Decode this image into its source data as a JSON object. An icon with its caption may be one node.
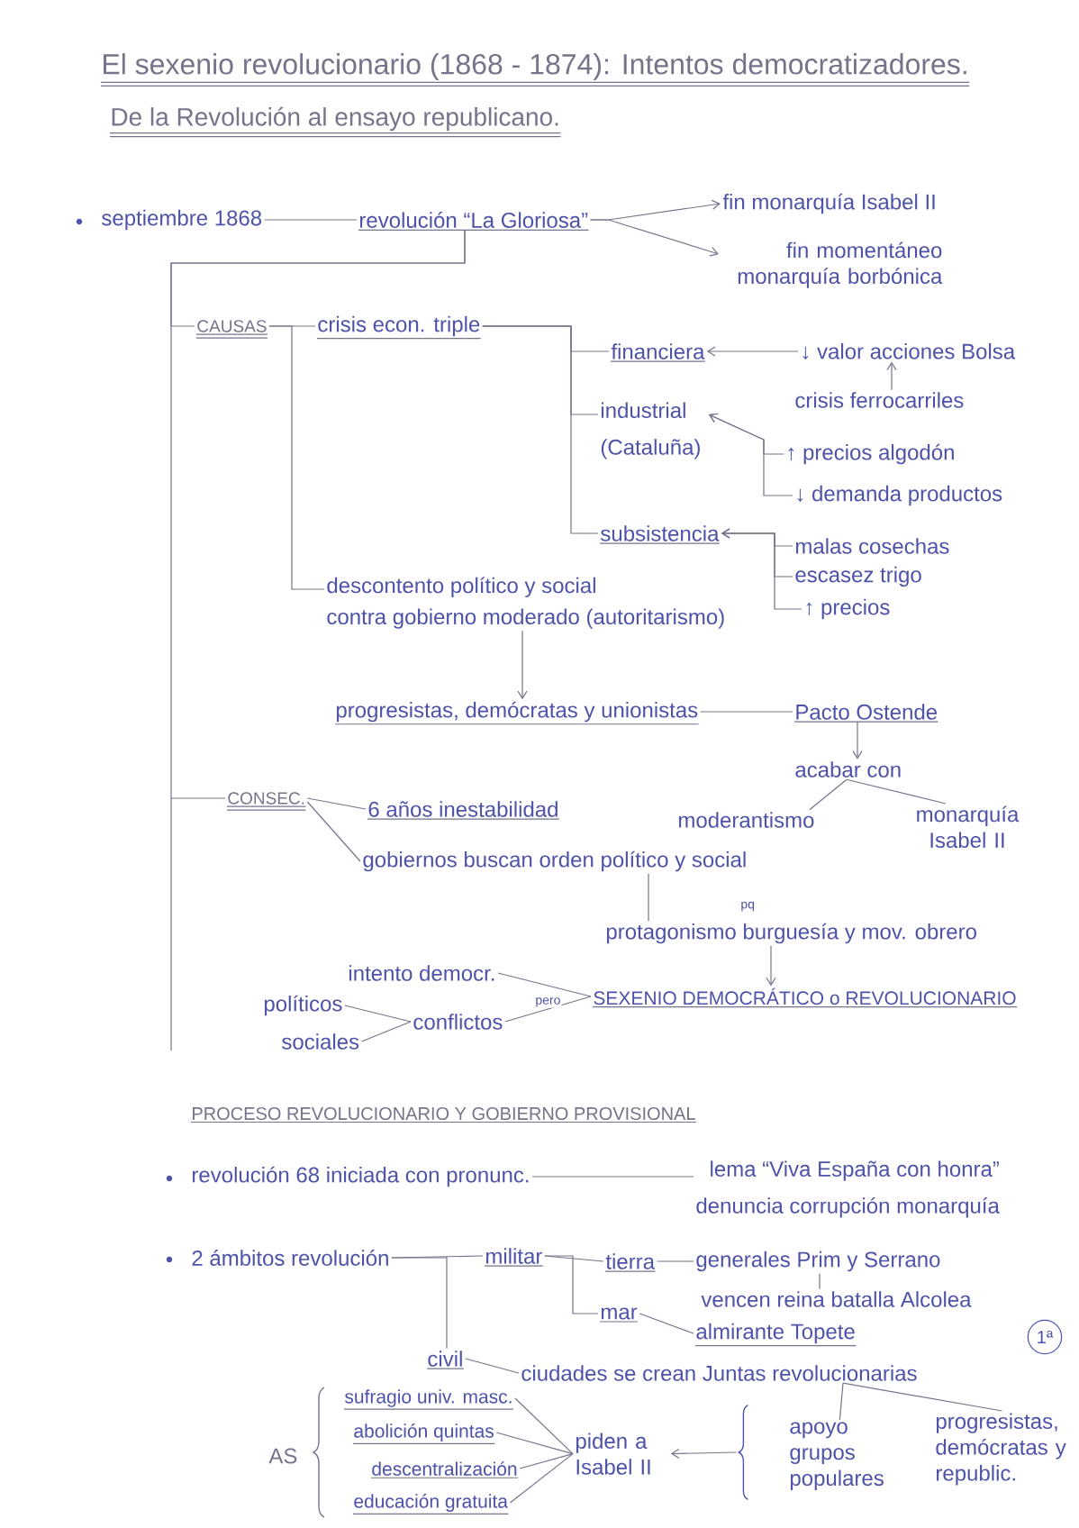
{
  "diagram": {
    "title": "El sexenio revolucionario (1868 - 1874): Intentos democratizadores.",
    "nodes": [
      {
        "text": [
          "septiembre 1868"
        ]
      },
      {
        "text": [
          "revolución “La Gloriosa”"
        ]
      },
      {
        "text": [
          "fin monarquía Isabel II"
        ]
      },
      {
        "text": [
          "fin momentáneo monarquía borbónica"
        ]
      },
      {
        "text": [
          "CAUSAS"
        ]
      },
      {
        "text": [
          "crisis econ. triple"
        ]
      },
      {
        "text": [
          "financiera"
        ]
      },
      {
        "text": [
          "↓ valor acciones Bolsa"
        ]
      },
      {
        "text": [
          "crisis ferrocarriles"
        ]
      },
      {
        "text": [
          "industrial",
          "(Cataluña)"
        ]
      },
      {
        "text": [
          "↑ precios algodón"
        ]
      },
      {
        "text": [
          "↓ demanda productos"
        ]
      },
      {
        "text": [
          "subsistencia"
        ]
      },
      {
        "text": [
          "malas cosechas"
        ]
      },
      {
        "text": [
          "escasez trigo"
        ]
      },
      {
        "text": [
          "↑ precios"
        ]
      },
      {
        "text": [
          "descontento político y social",
          "contra gobierno moderado (autoritarismo)"
        ]
      },
      {
        "text": [
          "progresistas, demócratas y unionistas"
        ]
      },
      {
        "text": [
          "Pacto Ostende"
        ]
      },
      {
        "text": [
          "acabar con"
        ]
      },
      {
        "text": [
          "CONSEC."
        ]
      },
      {
        "text": [
          "6 años inestabilidad"
        ]
      },
      {
        "text": [
          "moderantismo"
        ]
      },
      {
        "text": [
          "monarquía Isabel II"
        ]
      },
      {
        "text": [
          "gobiernos buscan orden político y social"
        ]
      },
      {
        "text": [
          "protagonismo burguesía y mov. obrero"
        ]
      },
      {
        "text": [
          "intento democr."
        ]
      },
      {
        "text": [
          "políticos"
        ]
      },
      {
        "text": [
          "sociales"
        ]
      },
      {
        "text": [
          "conflictos"
        ]
      },
      {
        "text": [
          "SEXENIO DEMOCRÁTICO o REVOLUCIONARIO"
        ]
      },
      {
        "text": [
          "revolución 68 iniciada con pronunc."
        ]
      },
      {
        "text": [
          "lema “Viva España con honra”",
          "denuncia corrupción monarquía"
        ]
      },
      {
        "text": [
          "2 ámbitos revolución"
        ]
      },
      {
        "text": [
          "militar"
        ]
      },
      {
        "text": [
          "tierra"
        ]
      },
      {
        "text": [
          "generales Prim y Serrano"
        ]
      },
      {
        "text": [
          "vencen reina batalla Alcolea"
        ]
      },
      {
        "text": [
          "mar"
        ]
      },
      {
        "text": [
          "almirante Topete"
        ]
      },
      {
        "text": [
          "1ª"
        ]
      },
      {
        "text": [
          "civil"
        ]
      },
      {
        "text": [
          "ciudades se crean Juntas revolucionarias"
        ]
      },
      {
        "text": [
          "sufragio univ. masc."
        ]
      },
      {
        "text": [
          "abolición quintas"
        ]
      },
      {
        "text": [
          "descentralización"
        ]
      },
      {
        "text": [
          "educación gratuita"
        ]
      },
      {
        "text": [
          "piden a Isabel II"
        ]
      },
      {
        "text": [],
        "shape": "brace"
      },
      {
        "text": [
          "apoyo grupos populares"
        ]
      },
      {
        "text": [
          "progresistas, demócratas y republic."
        ]
      }
    ],
    "edges": [
      {
        "from": 0,
        "to": 1,
        "arrow": "none"
      },
      {
        "from": 1,
        "to": 2,
        "arrow": "to"
      },
      {
        "from": 1,
        "to": 3,
        "arrow": "to"
      },
      {
        "from": 1,
        "to": 4,
        "arrow": "none"
      },
      {
        "from": 1,
        "to": 20,
        "arrow": "none"
      },
      {
        "from": 4,
        "to": 5,
        "arrow": "none"
      },
      {
        "from": 4,
        "to": 16,
        "arrow": "none"
      },
      {
        "from": 5,
        "to": 6,
        "arrow": "none"
      },
      {
        "from": 5,
        "to": 9,
        "arrow": "none"
      },
      {
        "from": 5,
        "to": 12,
        "arrow": "none"
      },
      {
        "from": 7,
        "to": 6,
        "arrow": "to"
      },
      {
        "from": 8,
        "to": 7,
        "arrow": "to"
      },
      {
        "from": 10,
        "to": 9,
        "arrow": "to"
      },
      {
        "from": 11,
        "to": 9,
        "arrow": "to"
      },
      {
        "from": 13,
        "to": 12,
        "arrow": "to"
      },
      {
        "from": 14,
        "to": 12,
        "arrow": "to"
      },
      {
        "from": 15,
        "to": 12,
        "arrow": "to"
      },
      {
        "from": 16,
        "to": 17,
        "arrow": "to"
      },
      {
        "from": 17,
        "to": 18,
        "arrow": "none"
      },
      {
        "from": 18,
        "to": 19,
        "arrow": "to"
      },
      {
        "from": 19,
        "to": 22,
        "arrow": "none"
      },
      {
        "from": 19,
        "to": 23,
        "arrow": "none"
      },
      {
        "from": 20,
        "to": 21,
        "arrow": "none"
      },
      {
        "from": 20,
        "to": 24,
        "arrow": "none"
      },
      {
        "from": 24,
        "to": 25,
        "arrow": "none"
      },
      {
        "from": 25,
        "to": 30,
        "arrow": "to"
      },
      {
        "from": 26,
        "to": 30,
        "arrow": "none"
      },
      {
        "from": 29,
        "to": 30,
        "arrow": "none",
        "label": "pero"
      },
      {
        "from": 27,
        "to": 29,
        "arrow": "none"
      },
      {
        "from": 28,
        "to": 29,
        "arrow": "none"
      },
      {
        "from": 31,
        "to": 32,
        "arrow": "none"
      },
      {
        "from": 33,
        "to": 34,
        "arrow": "none"
      },
      {
        "from": 33,
        "to": 41,
        "arrow": "none"
      },
      {
        "from": 34,
        "to": 35,
        "arrow": "none"
      },
      {
        "from": 34,
        "to": 38,
        "arrow": "none"
      },
      {
        "from": 35,
        "to": 36,
        "arrow": "none"
      },
      {
        "from": 36,
        "to": 37,
        "arrow": "none"
      },
      {
        "from": 38,
        "to": 39,
        "arrow": "none"
      },
      {
        "from": 41,
        "to": 42,
        "arrow": "none"
      },
      {
        "from": 42,
        "to": 49,
        "arrow": "none"
      },
      {
        "from": 42,
        "to": 50,
        "arrow": "none"
      },
      {
        "from": 48,
        "to": 47,
        "arrow": "to"
      },
      {
        "from": 43,
        "to": 47,
        "arrow": "none"
      },
      {
        "from": 44,
        "to": 47,
        "arrow": "none"
      },
      {
        "from": 45,
        "to": 47,
        "arrow": "none"
      },
      {
        "from": 46,
        "to": 47,
        "arrow": "none"
      }
    ],
    "labels": [
      "De la Revolución al ensayo republicano.",
      "pq",
      "PROCESO REVOLUCIONARIO Y GOBIERNO PROVISIONAL",
      "AS"
    ]
  }
}
